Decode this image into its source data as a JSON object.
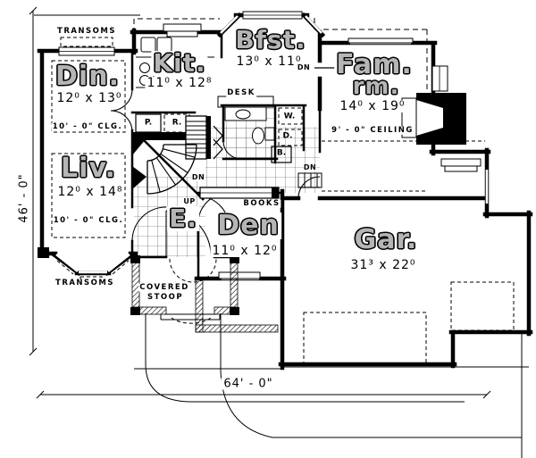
{
  "rooms": {
    "dining": {
      "name": "Din.",
      "dims": "12⁰ x 13⁰",
      "ceiling": "10' - 0\" CLG."
    },
    "kitchen": {
      "name": "Kit.",
      "dims": "11⁰ x 12⁸"
    },
    "breakfast": {
      "name": "Bfst.",
      "dims": "13⁰ x 11⁰"
    },
    "family": {
      "name": "Fam.",
      "name_line2": "rm.",
      "dims": "14⁰ x 19⁰",
      "ceiling": "9' - 0\" CEILING"
    },
    "living": {
      "name": "Liv.",
      "dims": "12⁰ x 14⁸",
      "ceiling": "10' - 0\" CLG."
    },
    "den": {
      "name": "Den",
      "dims": "11⁰ x 12⁰"
    },
    "garage": {
      "name": "Gar.",
      "dims": "31³ x 22⁰"
    },
    "entry": {
      "name": "E."
    },
    "stoop": {
      "name_line1": "COVERED",
      "name_line2": "STOOP"
    }
  },
  "annotations": {
    "transoms_top": "TRANSOMS",
    "transoms_bottom": "TRANSOMS",
    "desk": "DESK",
    "books": "BOOKS",
    "pantry": "P.",
    "refrigerator": "R.",
    "washer": "W.",
    "dryer": "D.",
    "bath_closet": "B.",
    "stairs_up": "UP",
    "stairs_dn": "DN",
    "hall_dn": "DN",
    "family_dn": "DN"
  },
  "overall_dimensions": {
    "width": "64' - 0\"",
    "depth": "46' - 0\""
  },
  "colors": {
    "ink": "#000000",
    "paper": "#ffffff"
  }
}
